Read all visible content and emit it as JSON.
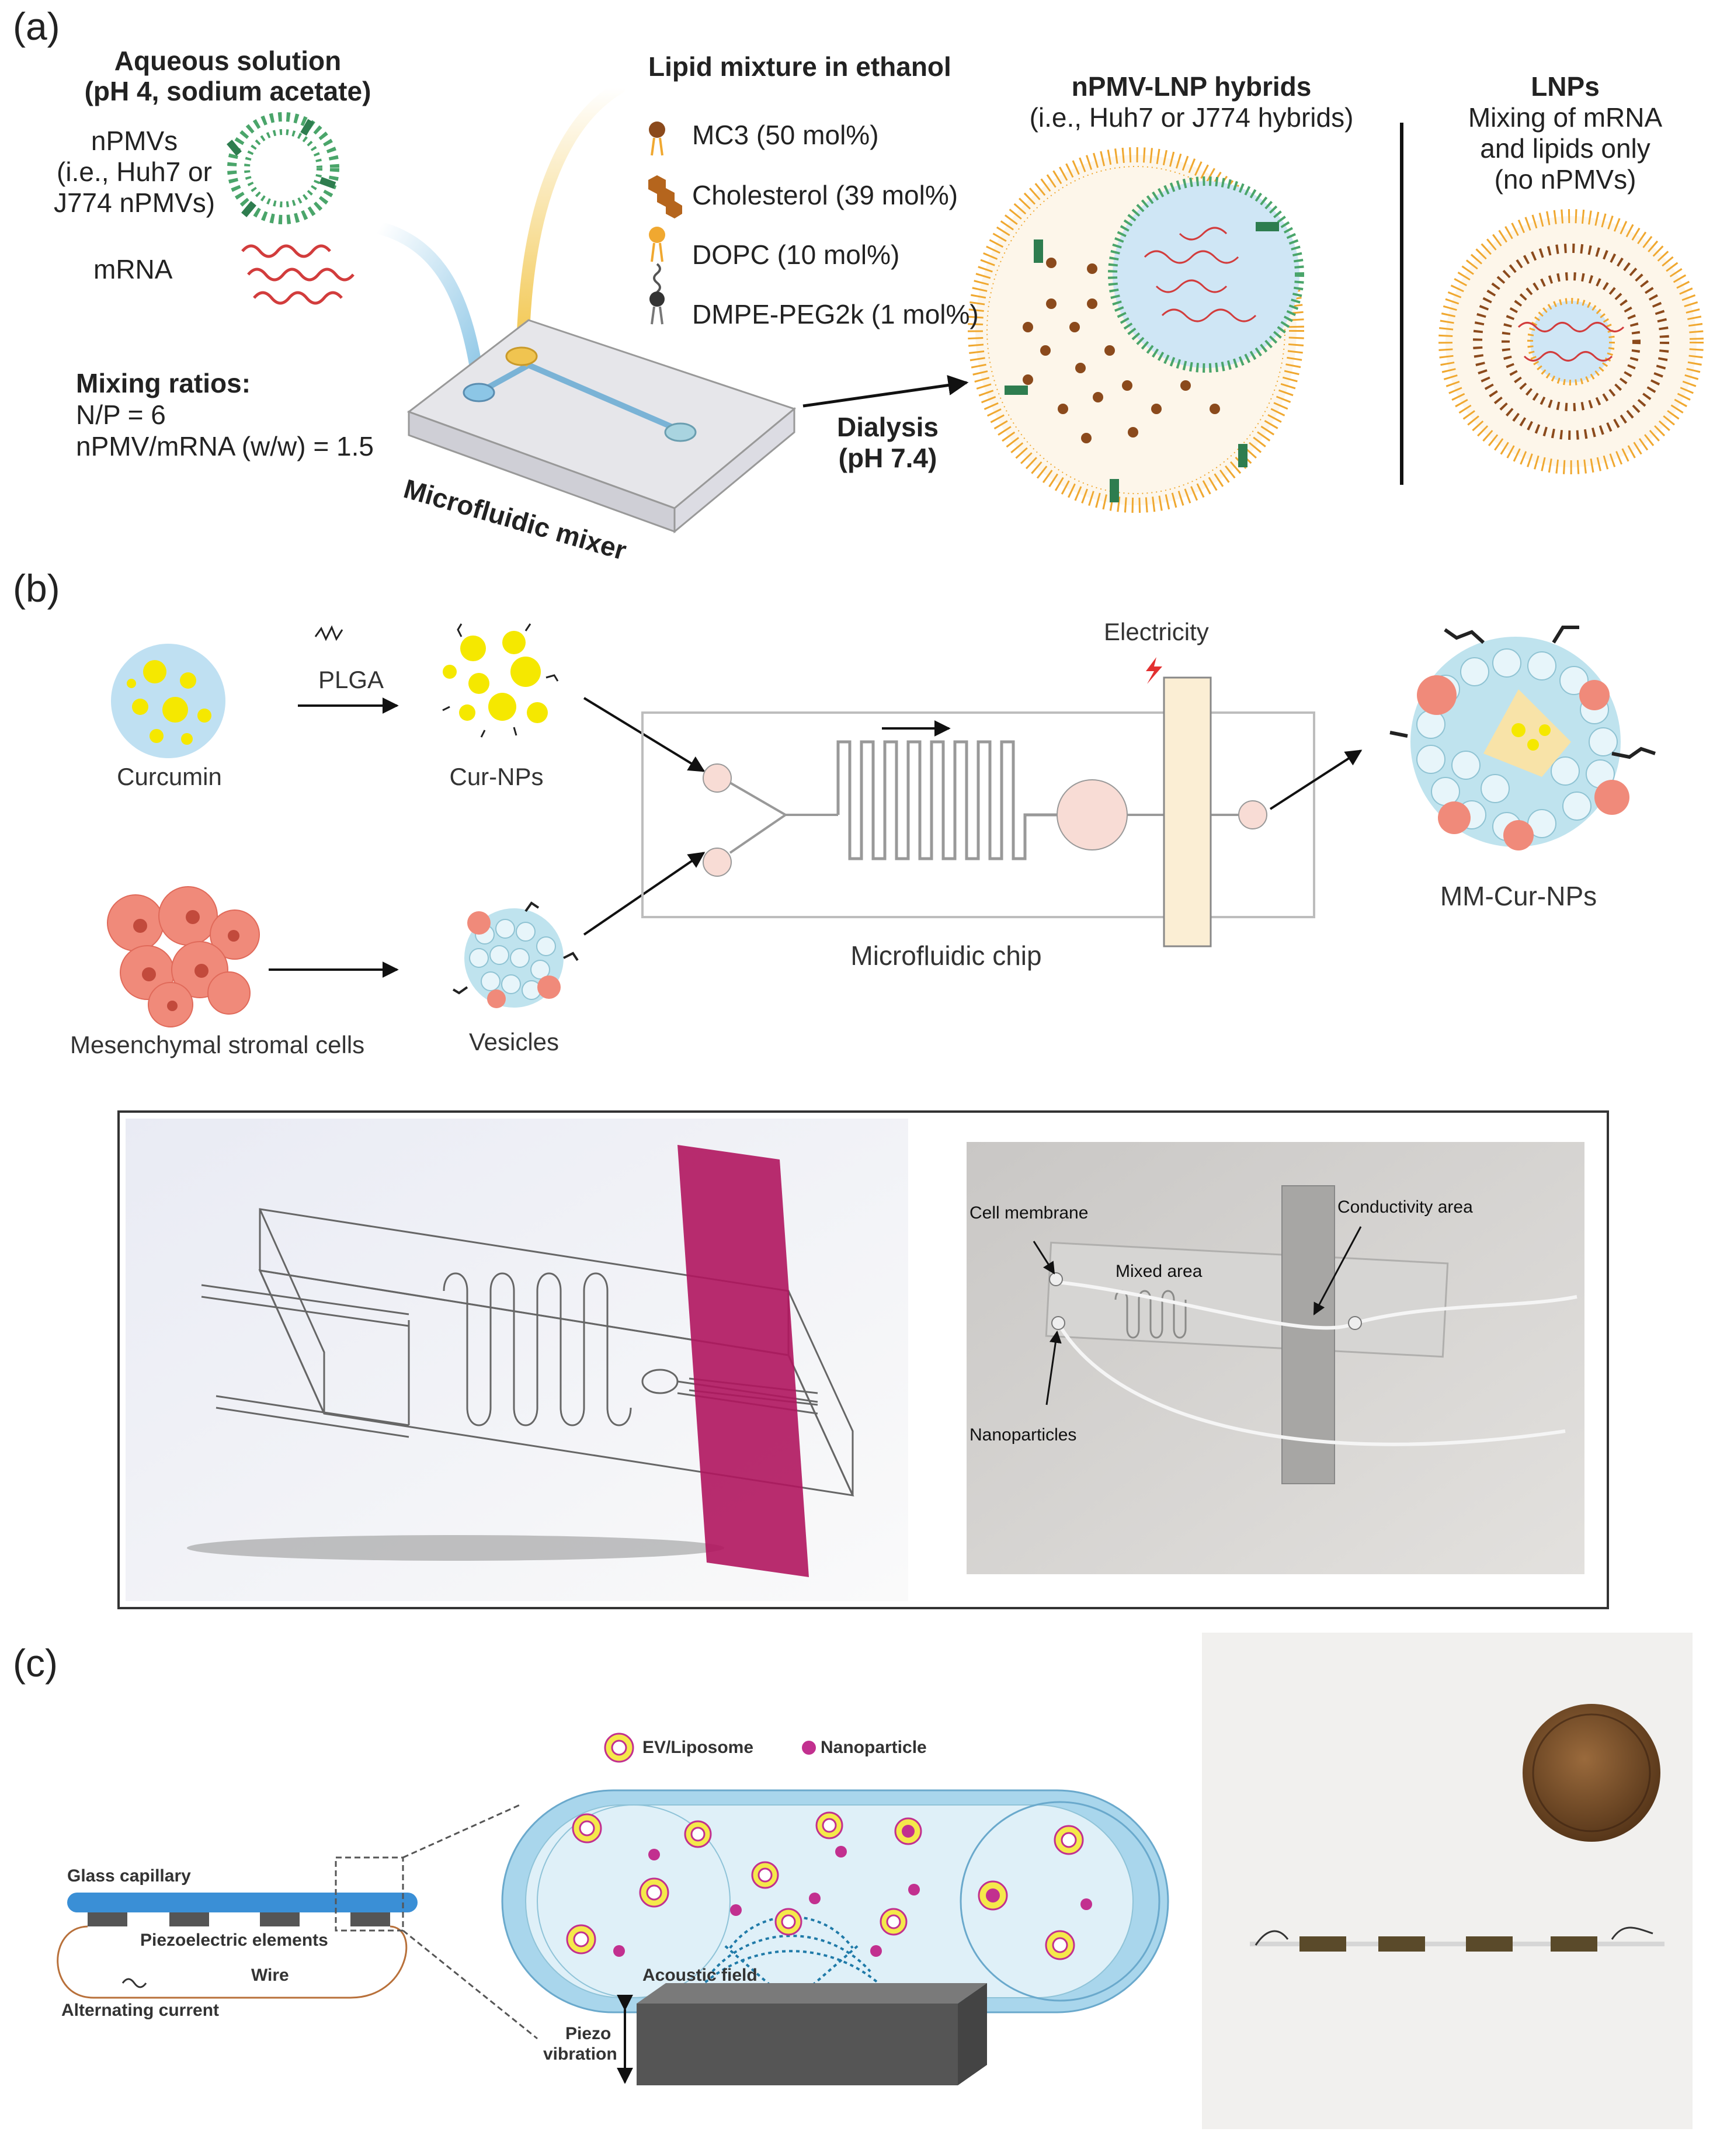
{
  "panels": {
    "a": {
      "tag": "(a)",
      "aqueous_title_1": "Aqueous solution",
      "aqueous_title_2": "(pH 4, sodium acetate)",
      "npmvs_1": "nPMVs",
      "npmvs_2": "(i.e., Huh7 or",
      "npmvs_3": "J774 nPMVs)",
      "mrna": "mRNA",
      "mixing_title": "Mixing ratios:",
      "mixing_np": "N/P = 6",
      "mixing_ratio": "nPMV/mRNA (w/w) = 1.5",
      "mixer_label": "Microfluidic mixer",
      "lipid_title": "Lipid mixture in ethanol",
      "lipids": [
        "MC3 (50 mol%)",
        "Cholesterol (39 mol%)",
        "DOPC (10 mol%)",
        "DMPE-PEG2k (1 mol%)"
      ],
      "dialysis_1": "Dialysis",
      "dialysis_2": "(pH 7.4)",
      "hybrid_title": "nPMV-LNP hybrids",
      "hybrid_sub": "(i.e., Huh7 or J774 hybrids)",
      "lnp_title": "LNPs",
      "lnp_sub_1": "Mixing of mRNA",
      "lnp_sub_2": "and lipids only",
      "lnp_sub_3": "(no nPMVs)"
    },
    "b": {
      "tag": "(b)",
      "plga": "PLGA",
      "curcumin": "Curcumin",
      "cur_nps": "Cur-NPs",
      "msc": "Mesenchymal stromal cells",
      "vesicles": "Vesicles",
      "electricity": "Electricity",
      "chip": "Microfluidic chip",
      "mm_cur_nps": "MM-Cur-NPs",
      "photo_cell_membrane": "Cell membrane",
      "photo_mixed_area": "Mixed area",
      "photo_conductivity": "Conductivity area",
      "photo_nanoparticles": "Nanoparticles"
    },
    "c": {
      "tag": "(c)",
      "glass_capillary": "Glass capillary",
      "piezo_elements": "Piezoelectric elements",
      "wire": "Wire",
      "alt_current": "Alternating current",
      "legend_ev": "EV/Liposome",
      "legend_np": "Nanoparticle",
      "acoustic_field": "Acoustic field",
      "piezo_1": "Piezo",
      "piezo_2": "vibration"
    }
  },
  "colors": {
    "lipid_orange": "#f0a830",
    "mc3_brown": "#8b4a1c",
    "chol_brown": "#b5651d",
    "peg_gray": "#555555",
    "npmv_green": "#4aa56a",
    "mrna_red": "#d23c3c",
    "core_blue": "#cfe6f5",
    "curcumin_yellow": "#f5e800",
    "msc_pink": "#f08a7a",
    "vesicle_blue": "#bfe3ee",
    "magenta_strip": "#b0155e",
    "capillary_blue": "#3a8fd6",
    "acoustic_teal": "#1f7aa8",
    "np_magenta": "#c2308f"
  }
}
